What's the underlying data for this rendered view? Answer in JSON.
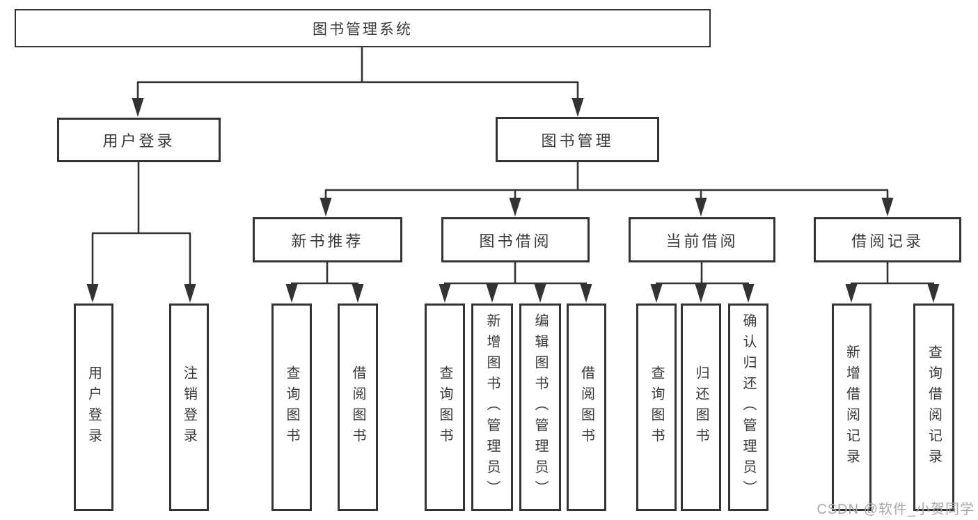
{
  "diagram": {
    "root": "图书管理系统",
    "level2": [
      {
        "label": "用户登录"
      },
      {
        "label": "图书管理"
      }
    ],
    "level3": [
      {
        "label": "新书推荐"
      },
      {
        "label": "图书借阅"
      },
      {
        "label": "当前借阅"
      },
      {
        "label": "借阅记录"
      }
    ],
    "leaves": [
      {
        "label": "用户登录"
      },
      {
        "label": "注销登录"
      },
      {
        "label": "查询图书"
      },
      {
        "label": "借阅图书"
      },
      {
        "label": "查询图书"
      },
      {
        "label": "新增图书（管理员）"
      },
      {
        "label": "编辑图书（管理员）"
      },
      {
        "label": "借阅图书"
      },
      {
        "label": "查询图书"
      },
      {
        "label": "归还图书"
      },
      {
        "label": "确认归还（管理员）"
      },
      {
        "label": "新增借阅记录"
      },
      {
        "label": "查询借阅记录"
      }
    ],
    "watermark": "CSDN @软件_小贺同学",
    "colors": {
      "line": "#333333",
      "text": "#3a3a3a",
      "watermark": "#a8a8a8",
      "background": "#ffffff"
    }
  }
}
